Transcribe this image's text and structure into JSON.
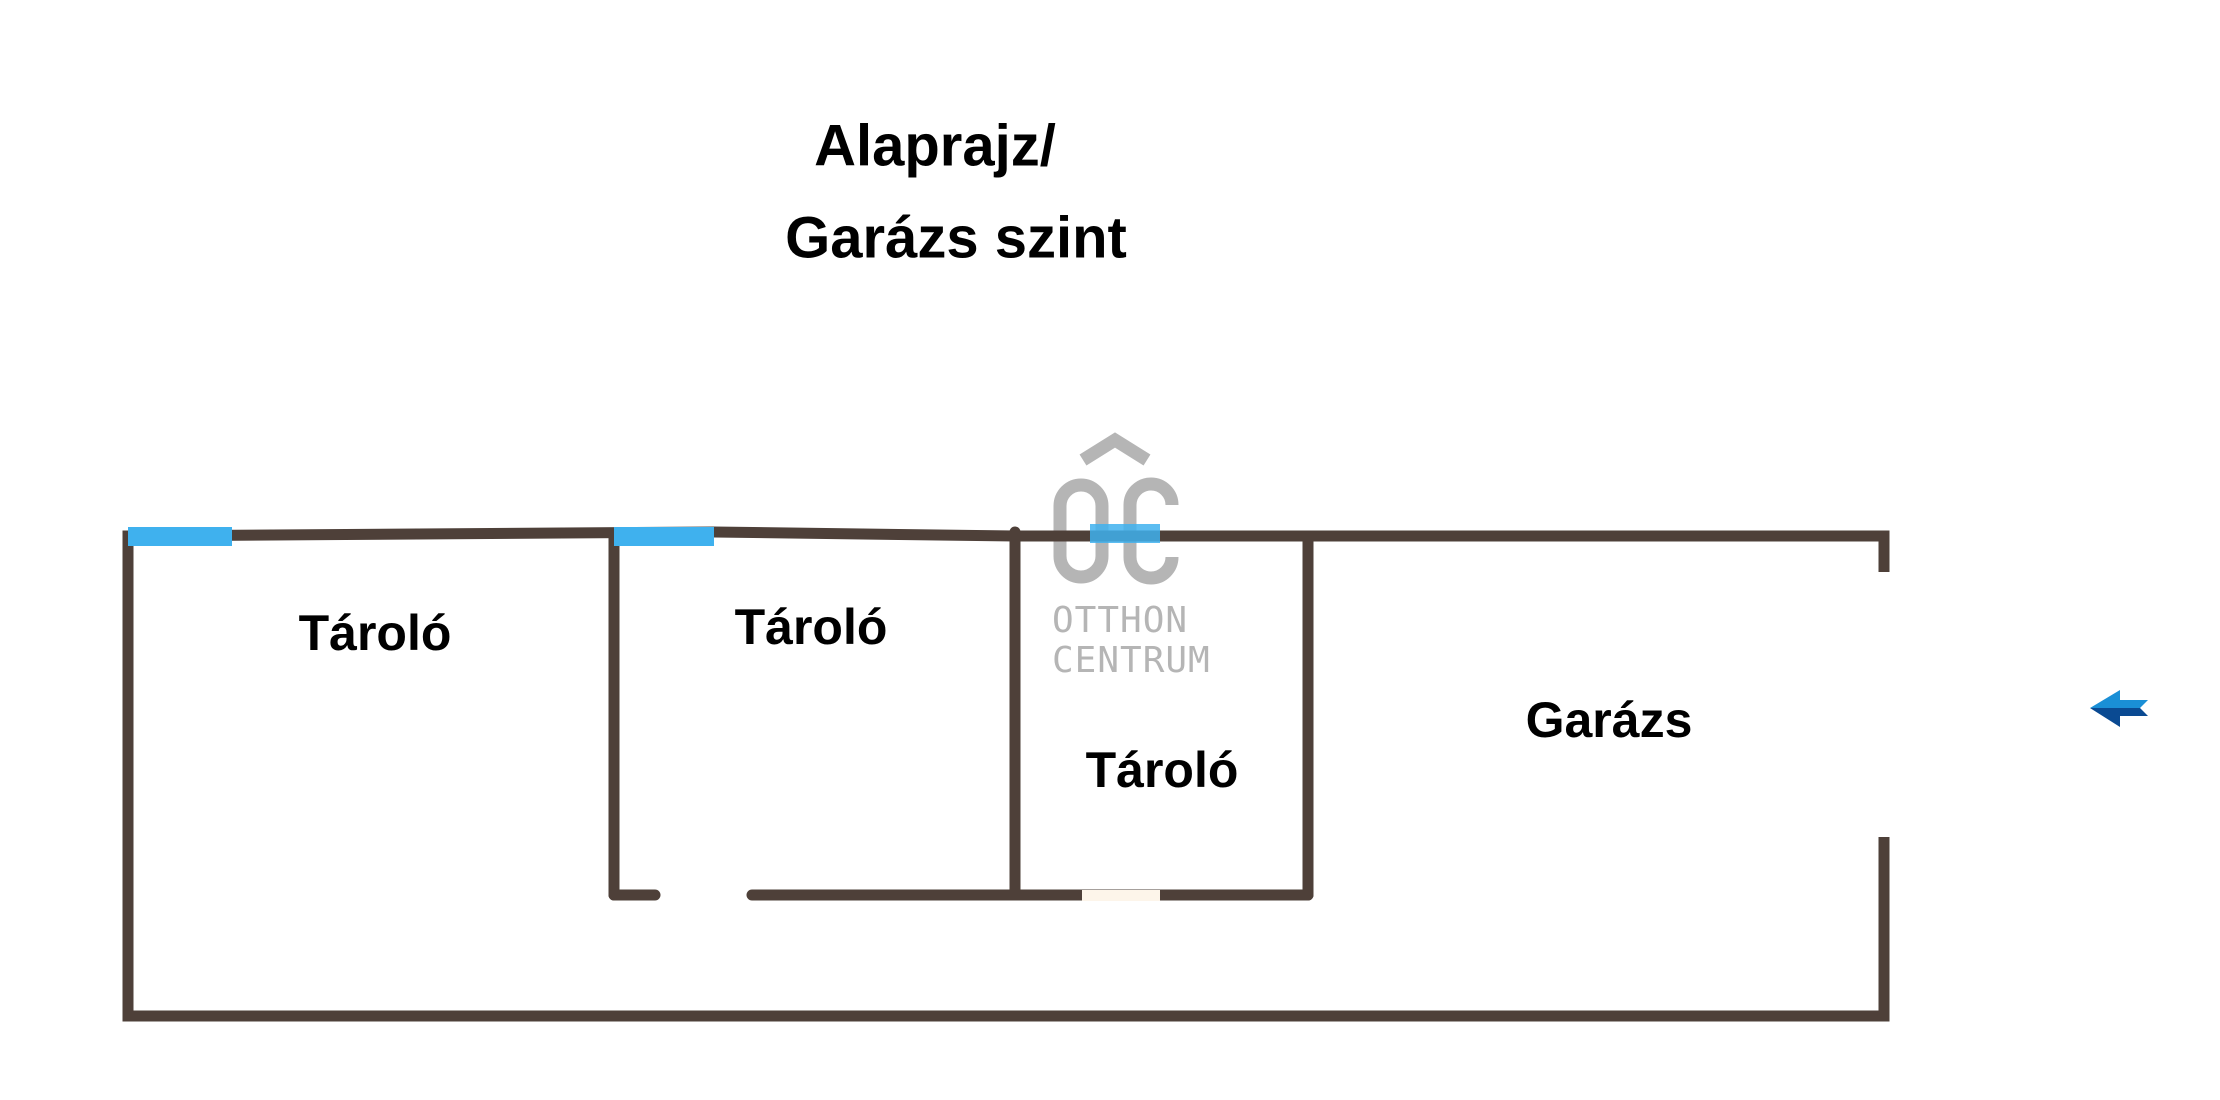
{
  "title": {
    "line1": "Alaprajz/",
    "line2": "Garázs szint"
  },
  "rooms": [
    {
      "label": "Tároló"
    },
    {
      "label": "Tároló"
    },
    {
      "label": "Tároló"
    },
    {
      "label": "Garázs"
    }
  ],
  "watermark": {
    "monogram": "ÔC",
    "line1": "OTTHON",
    "line2": "CENTRUM"
  },
  "colors": {
    "wall": "#4e4039",
    "window": "#3fb1ee",
    "door": "#fdf5ea",
    "arrow_light": "#1a8fd6",
    "arrow_dark": "#0a4a92",
    "watermark": "#b5b5b5"
  },
  "icons": {
    "entrance": "arrow-left-icon"
  }
}
